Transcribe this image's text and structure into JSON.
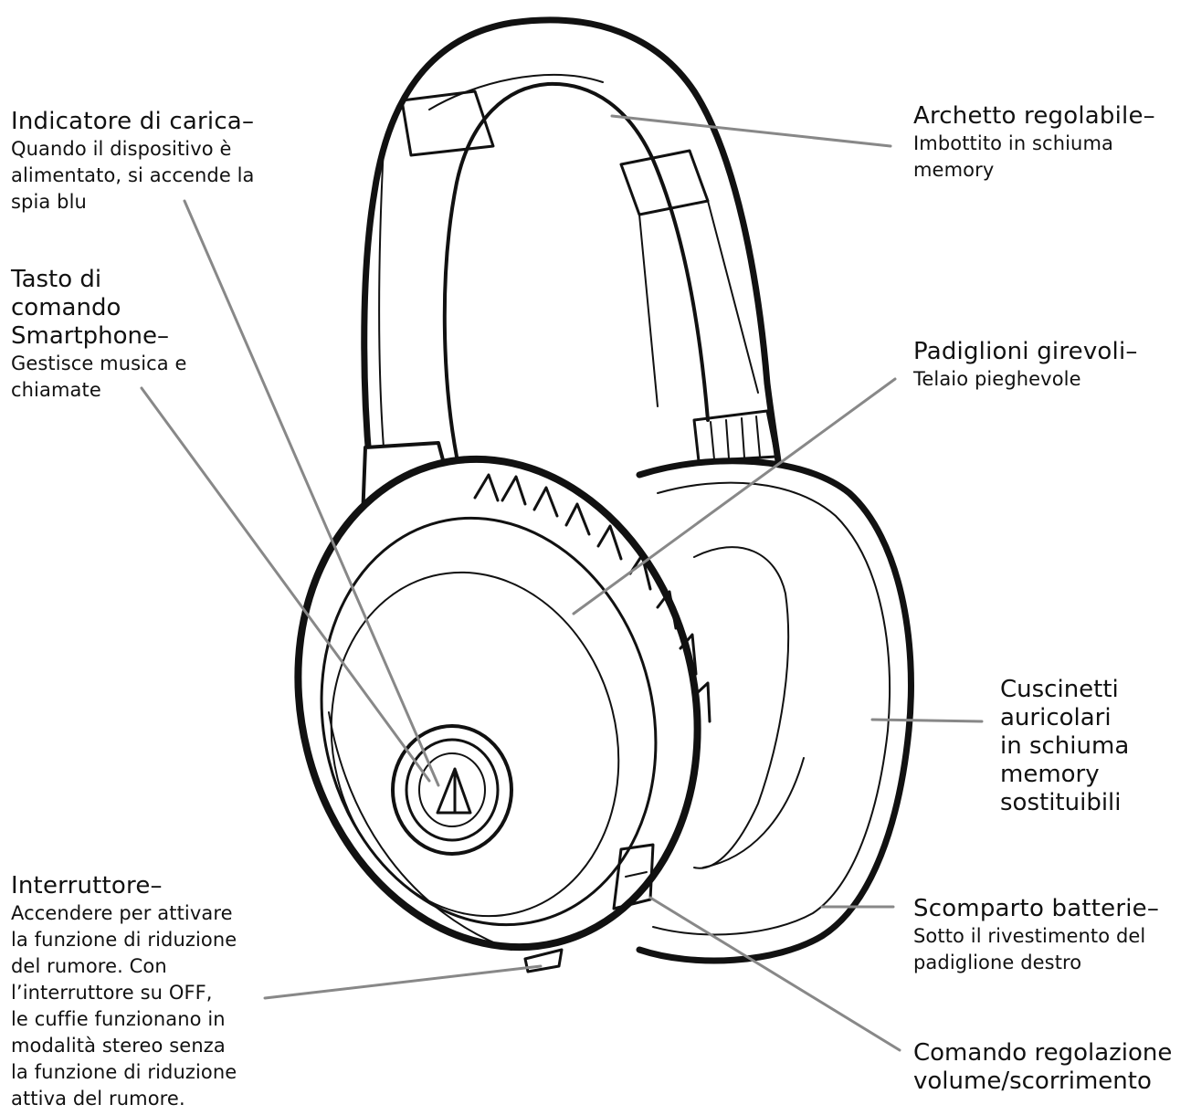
{
  "callouts": {
    "indicatore": {
      "title": "Indicatore di carica–",
      "desc": [
        "Quando il dispositivo è",
        "alimentato, si accende la",
        "spia blu"
      ]
    },
    "tasto": {
      "title": [
        "Tasto di",
        "comando",
        "Smartphone–"
      ],
      "desc": [
        "Gestisce musica e",
        "chiamate"
      ]
    },
    "interruttore": {
      "title": "Interruttore–",
      "desc": [
        "Accendere per attivare",
        "la funzione di riduzione",
        "del rumore. Con",
        "l’interruttore su OFF,",
        "le cuffie funzionano in",
        "modalità stereo senza",
        "la funzione di riduzione",
        "attiva del rumore."
      ]
    },
    "archetto": {
      "title": "Archetto regolabile–",
      "desc": [
        "Imbottito in schiuma",
        "memory"
      ]
    },
    "padiglioni": {
      "title": "Padiglioni girevoli–",
      "desc": [
        "Telaio pieghevole"
      ]
    },
    "cuscinetti": {
      "title": [
        "Cuscinetti",
        "auricolari",
        "in schiuma",
        "memory",
        "sostituibili"
      ]
    },
    "scomparto": {
      "title": "Scomparto batterie–",
      "desc": [
        "Sotto il rivestimento del",
        "padiglione destro"
      ]
    },
    "comando": {
      "title": [
        "Comando regolazione",
        "volume/scorrimento"
      ]
    }
  },
  "logo_icon": "audio-technica-logo-icon"
}
